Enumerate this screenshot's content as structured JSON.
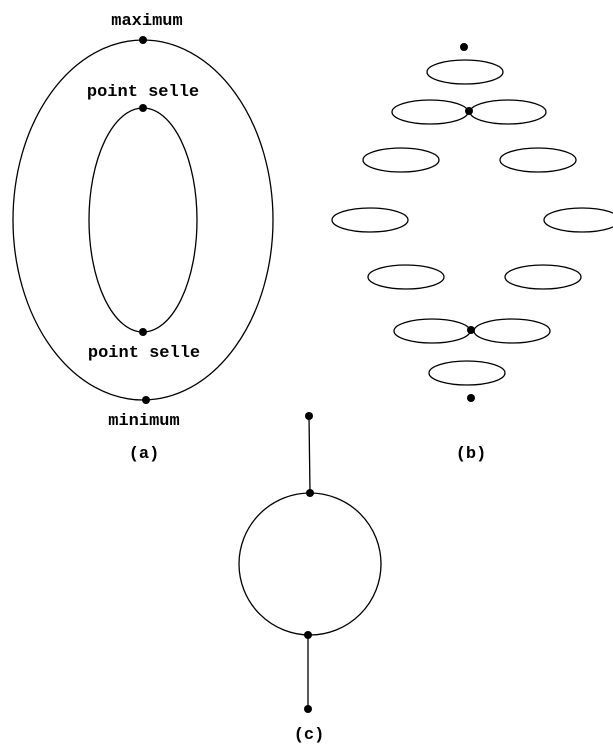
{
  "figure_a": {
    "label_maximum": "maximum",
    "label_saddle_top": "point selle",
    "label_saddle_bottom": "point selle",
    "label_minimum": "minimum",
    "caption": "(a)"
  },
  "figure_b": {
    "caption": "(b)"
  },
  "figure_c": {
    "caption": "(c)"
  },
  "colors": {
    "ink": "#000000",
    "background": "#ffffff"
  }
}
